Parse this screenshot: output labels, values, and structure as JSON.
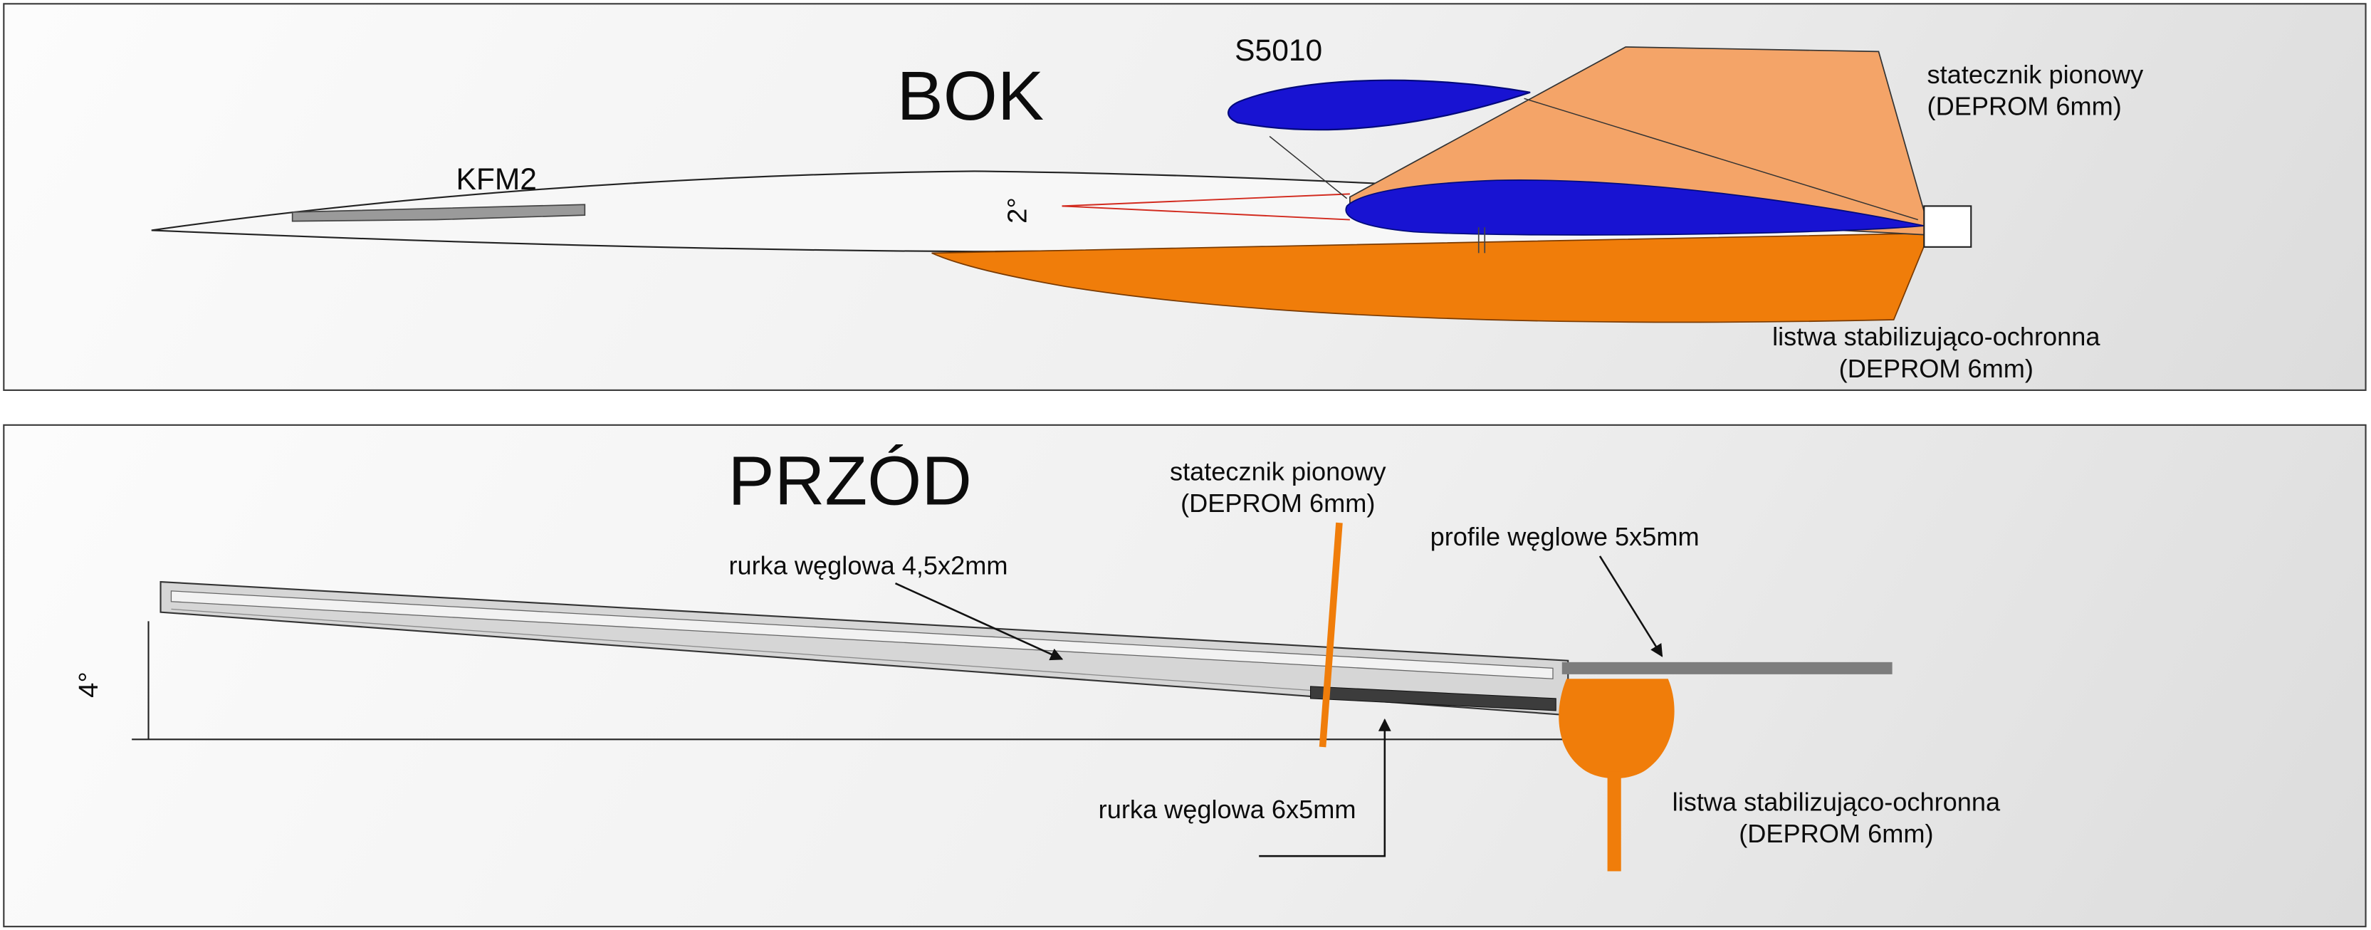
{
  "colors": {
    "blue": "#1813D2",
    "peach": "#F4A468",
    "orange": "#F07D0A",
    "red": "#D22A1E",
    "fuselage": "#F7F7F7",
    "wing_gray": "#D6D6D6",
    "bar_gray": "#7D7D7D",
    "tube_dark": "#3C3C3C"
  },
  "side": {
    "title": "BOK",
    "airfoil_label": "S5010",
    "kfm_label": "KFM2",
    "angle_label": "2°",
    "fin_label_line1": "statecznik pionowy",
    "fin_label_line2": "(DEPROM 6mm)",
    "strip_label_line1": "listwa stabilizująco-ochronna",
    "strip_label_line2": "(DEPROM 6mm)"
  },
  "front": {
    "title": "PRZÓD",
    "fin_label_line1": "statecznik pionowy",
    "fin_label_line2": "(DEPROM 6mm)",
    "tube_small_label": "rurka węglowa 4,5x2mm",
    "profiles_label": "profile węglowe 5x5mm",
    "tube_big_label": "rurka węglowa 6x5mm",
    "angle_label": "4°",
    "strip_label_line1": "listwa stabilizująco-ochronna",
    "strip_label_line2": "(DEPROM 6mm)"
  }
}
